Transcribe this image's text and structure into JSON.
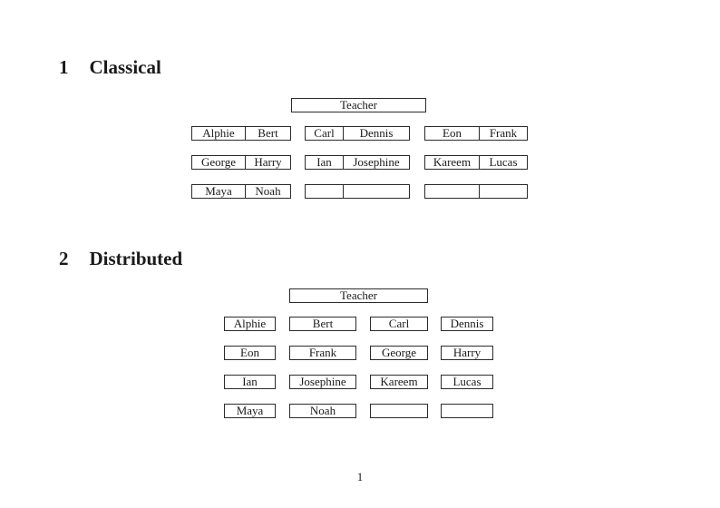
{
  "page": {
    "number": "1"
  },
  "sections": [
    {
      "number": "1",
      "title": "Classical",
      "teacher_label": "Teacher",
      "layout": "pairs",
      "rows": [
        [
          [
            "Alphie",
            "Bert"
          ],
          [
            "Carl",
            "Dennis"
          ],
          [
            "Eon",
            "Frank"
          ]
        ],
        [
          [
            "George",
            "Harry"
          ],
          [
            "Ian",
            "Josephine"
          ],
          [
            "Kareem",
            "Lucas"
          ]
        ],
        [
          [
            "Maya",
            "Noah"
          ],
          [
            "",
            ""
          ],
          [
            "",
            ""
          ]
        ]
      ]
    },
    {
      "number": "2",
      "title": "Distributed",
      "teacher_label": "Teacher",
      "layout": "singles",
      "rows": [
        [
          "Alphie",
          "Bert",
          "Carl",
          "Dennis"
        ],
        [
          "Eon",
          "Frank",
          "George",
          "Harry"
        ],
        [
          "Ian",
          "Josephine",
          "Kareem",
          "Lucas"
        ],
        [
          "Maya",
          "Noah",
          "",
          ""
        ]
      ]
    }
  ]
}
